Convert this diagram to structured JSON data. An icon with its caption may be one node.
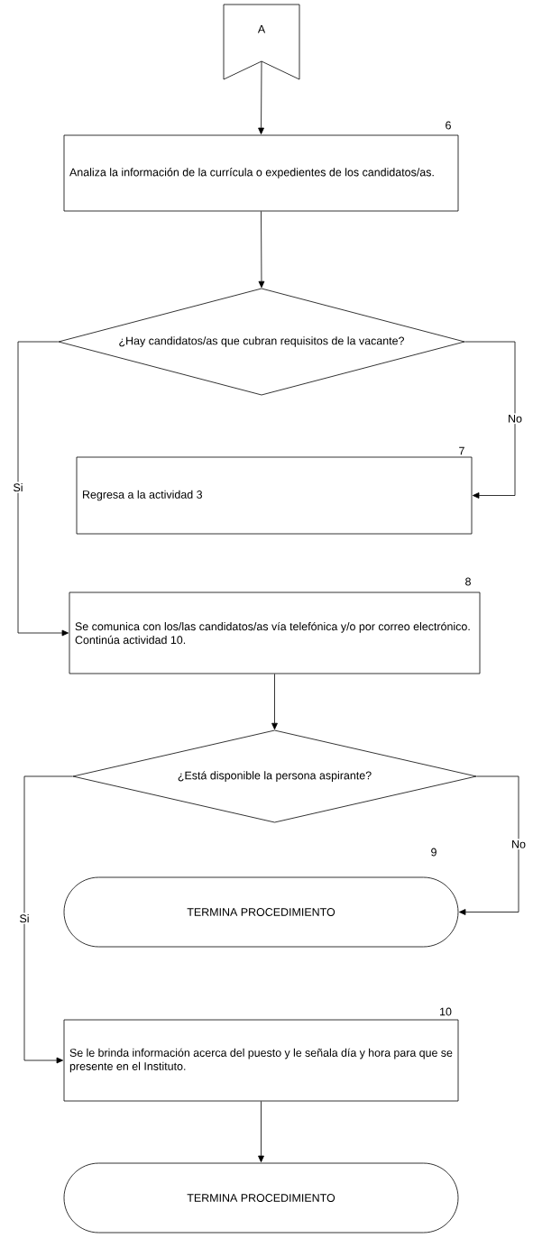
{
  "diagram": {
    "nodes": [
      {
        "text": [
          "A"
        ]
      },
      {
        "text": [
          "Analiza la información de la currícula o expedientes de los candidatos/as."
        ],
        "beside": [
          "6"
        ]
      },
      {
        "text": [
          "¿Hay candidatos/as que cubran requisitos de la vacante?"
        ]
      },
      {
        "text": [
          "Regresa a la actividad 3"
        ],
        "beside": [
          "7"
        ]
      },
      {
        "text": [
          "Se comunica con los/las candidatos/as vía telefónica y/o por correo electrónico.",
          "Continúa actividad 10."
        ],
        "beside": [
          "8"
        ]
      },
      {
        "text": [
          "¿Está disponible la persona aspirante?"
        ]
      },
      {
        "text": [
          "TERMINA PROCEDIMIENTO"
        ],
        "beside": [
          "9"
        ]
      },
      {
        "text": [
          "Se le brinda información acerca del puesto y le señala día y hora para que se presente en el Instituto."
        ],
        "beside": [
          "10"
        ]
      },
      {
        "text": [
          "TERMINA PROCEDIMIENTO"
        ]
      }
    ],
    "edges": [
      {
        "from": 0,
        "to": 1,
        "arrow": "to"
      },
      {
        "from": 1,
        "to": 2,
        "arrow": "to"
      },
      {
        "from": 2,
        "to": 3,
        "arrow": "to",
        "label": "No"
      },
      {
        "from": 2,
        "to": 4,
        "arrow": "to",
        "label": "Si"
      },
      {
        "from": 4,
        "to": 5,
        "arrow": "to"
      },
      {
        "from": 5,
        "to": 6,
        "arrow": "to",
        "label": "No"
      },
      {
        "from": 5,
        "to": 7,
        "arrow": "to",
        "label": "Si"
      },
      {
        "from": 7,
        "to": 8,
        "arrow": "to"
      }
    ]
  }
}
